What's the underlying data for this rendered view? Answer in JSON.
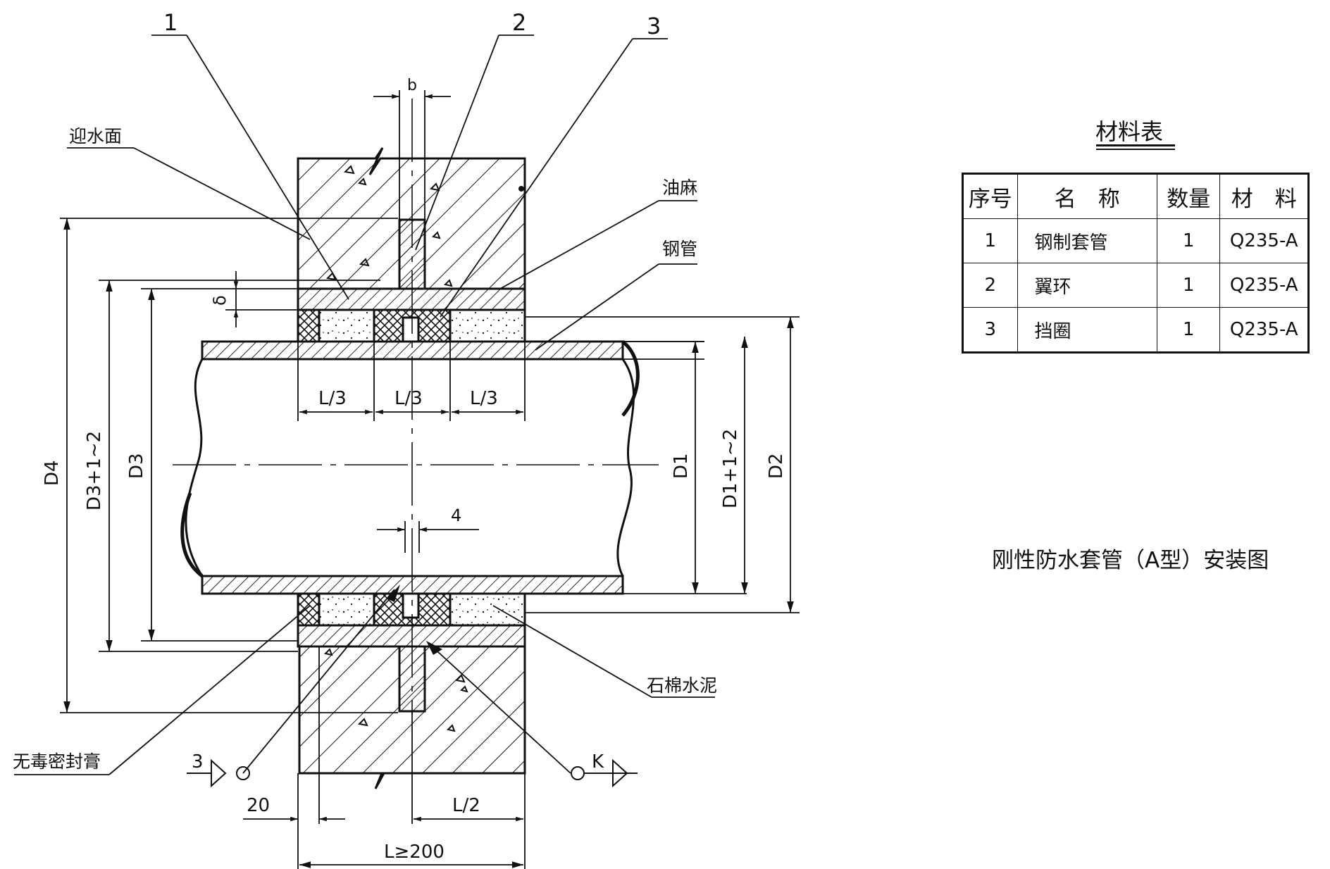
{
  "callouts": {
    "n1": "1",
    "n2": "2",
    "n3": "3"
  },
  "labels": {
    "water_face": "迎水面",
    "oiled_hemp": "油麻",
    "steel_pipe": "钢管",
    "asbestos_cement": "石棉水泥",
    "sealant": "无毒密封膏",
    "b": "b",
    "delta": "δ",
    "four": "4",
    "twenty": "20",
    "l_half": "L/2",
    "l_min": "L≥200",
    "l_third": "L/3",
    "d4": "D4",
    "d3_plus": "D3+1~2",
    "d3": "D3",
    "d1": "D1",
    "d1_plus": "D1+1~2",
    "d2": "D2",
    "section_3": "3",
    "section_k": "K"
  },
  "table": {
    "title": "材料表",
    "headers": [
      "序号",
      "名　称",
      "数量",
      "材　料"
    ],
    "rows": [
      [
        "1",
        "钢制套管",
        "1",
        "Q235-A"
      ],
      [
        "2",
        "翼环",
        "1",
        "Q235-A"
      ],
      [
        "3",
        "挡圈",
        "1",
        "Q235-A"
      ]
    ]
  },
  "figure_title": "刚性防水套管（A型）安装图"
}
